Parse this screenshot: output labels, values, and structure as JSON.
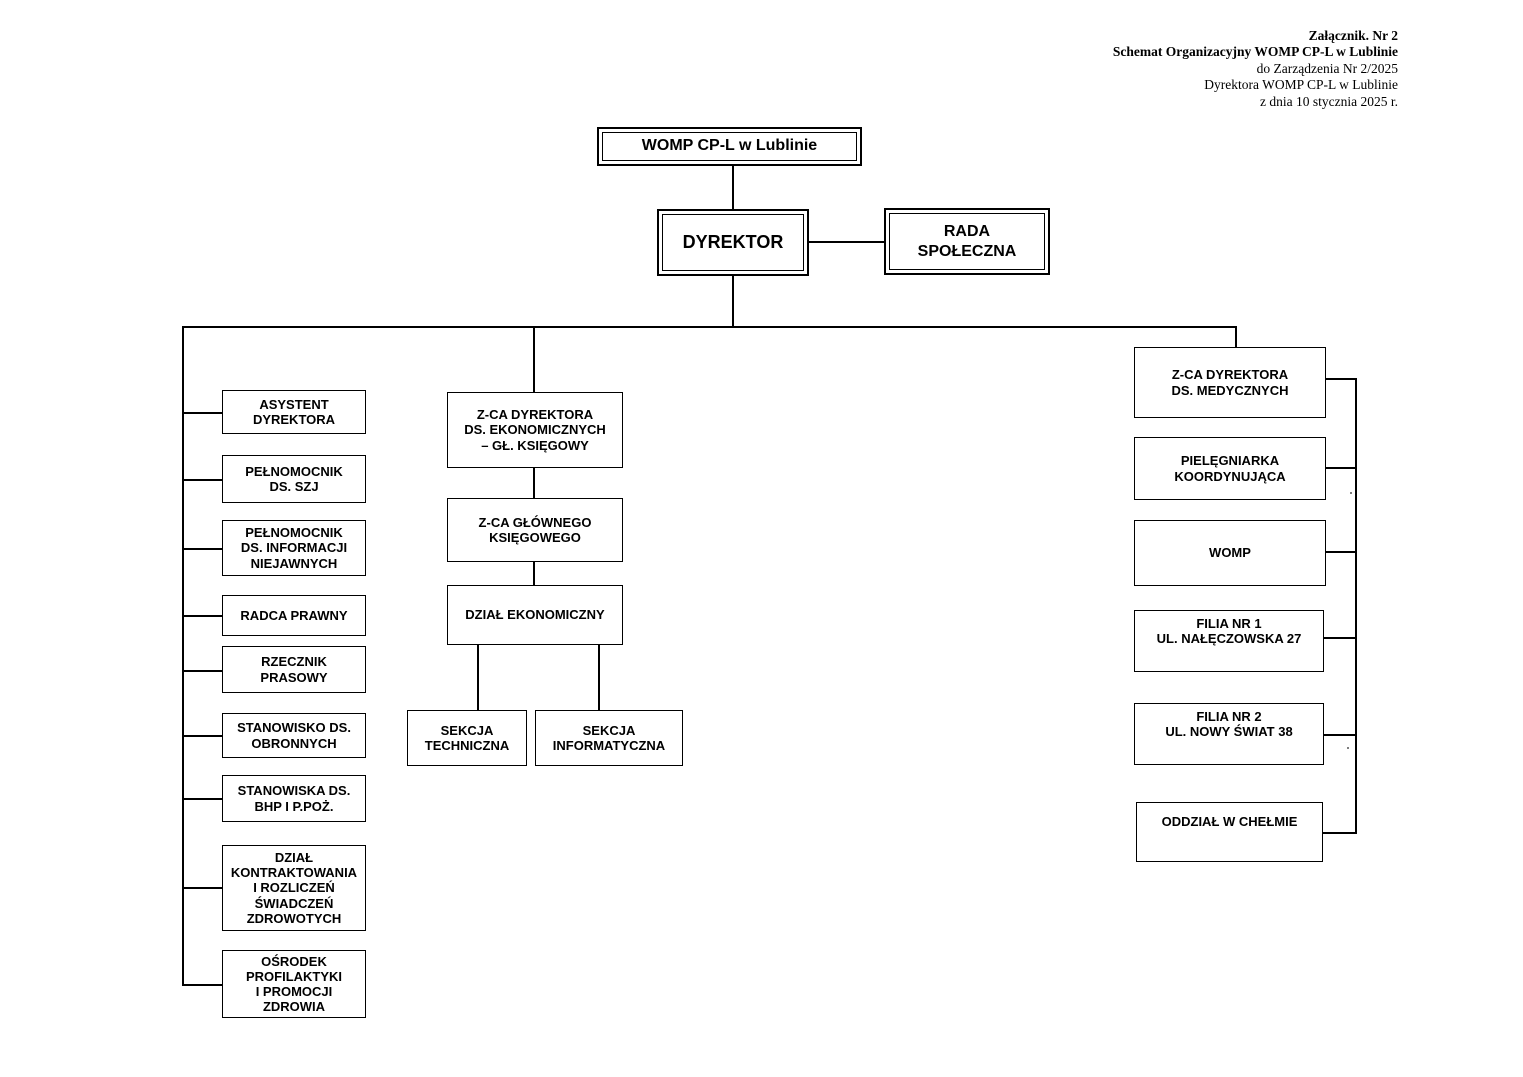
{
  "annex": {
    "line1": "Załącznik. Nr 2",
    "line2": "Schemat Organizacyjny WOMP CP-L w Lublinie",
    "line3": "do Zarządzenia Nr 2/2025",
    "line4": "Dyrektora WOMP CP-L w Lublinie",
    "line5": "z dnia 10 stycznia 2025 r."
  },
  "org": {
    "root": "WOMP CP-L w Lublinie",
    "director": "DYREKTOR",
    "council": "RADA\nSPOŁECZNA",
    "staff_units": [
      "ASYSTENT\nDYREKTORA",
      "PEŁNOMOCNIK\nDS. SZJ",
      "PEŁNOMOCNIK\nDS. INFORMACJI\nNIEJAWNYCH",
      "RADCA PRAWNY",
      "RZECZNIK\nPRASOWY",
      "STANOWISKO DS.\nOBRONNYCH",
      "STANOWISKA DS.\nBHP I P.POŻ.",
      "DZIAŁ\nKONTRAKTOWANIA\nI ROZLICZEŃ\nŚWIADCZEŃ\nZDROWOTYCH",
      "OŚRODEK\nPROFILAKTYKI\nI PROMOCJI\nZDROWIA"
    ],
    "economic_branch": [
      "Z-CA DYREKTORA\nDS. EKONOMICZNYCH\n– GŁ. KSIĘGOWY",
      "Z-CA GŁÓWNEGO\nKSIĘGOWEGO",
      "DZIAŁ EKONOMICZNY",
      "SEKCJA\nTECHNICZNA",
      "SEKCJA\nINFORMATYCZNA"
    ],
    "medical_branch": [
      "Z-CA DYREKTORA\nDS. MEDYCZNYCH",
      "PIELĘGNIARKA\nKOORDYNUJĄCA",
      "WOMP",
      "FILIA NR 1\nUL. NAŁĘCZOWSKA 27",
      "FILIA NR 2\nUL. NOWY ŚWIAT 38",
      "ODDZIAŁ W CHEŁMIE"
    ]
  },
  "colors": {
    "line": "#000000",
    "background": "#ffffff",
    "text": "#000000"
  }
}
